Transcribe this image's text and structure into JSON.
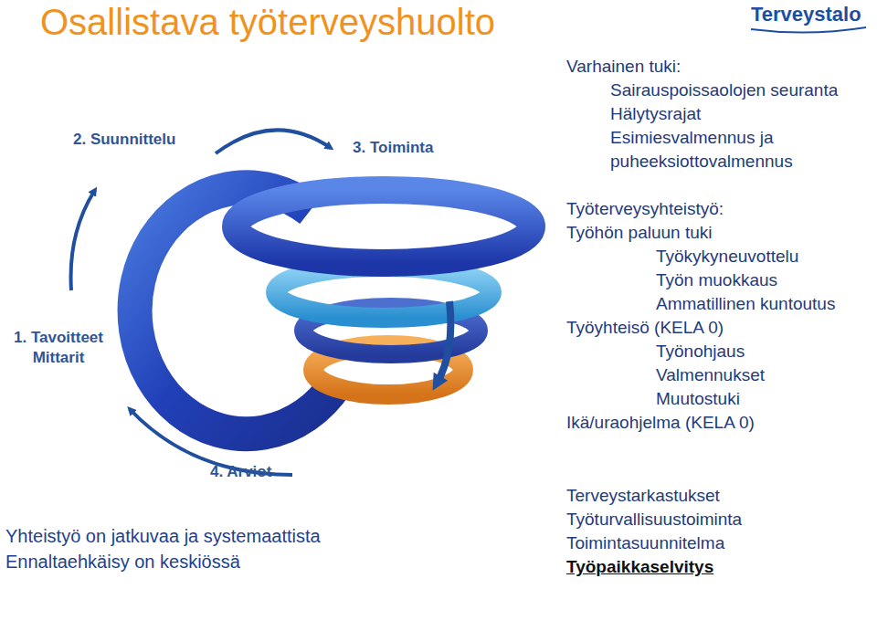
{
  "diagram": {
    "title": "Osallistava työterveyshuolto",
    "labels": [
      "Terveystalo",
      "2. Suunnittelu",
      "3. Toiminta",
      "Varhainen tuki:",
      "Sairauspoissaolojen seuranta",
      "Hälytysrajat",
      "Esimiesvalmennus ja",
      "puheeksiottovalmennus",
      "Työterveysyhteistyö:",
      "Työhön paluun tuki",
      "Työkykyneuvottelu",
      "Työn muokkaus",
      "Ammatillinen kuntoutus",
      "Työyhteisö (KELA 0)",
      "Työnohjaus",
      "Valmennukset",
      "Muutostuki",
      "Ikä/uraohjelma (KELA 0)",
      "1. Tavoitteet",
      "Mittarit",
      "4. Arviot",
      "Terveystarkastukset",
      "Työturvallisuustoiminta",
      "Toimintasuunnitelma",
      "Työpaikkaselvitys",
      "Yhteistyö on jatkuvaa ja systemaattista",
      "Ennaltaehkäisy on keskiössä"
    ]
  }
}
